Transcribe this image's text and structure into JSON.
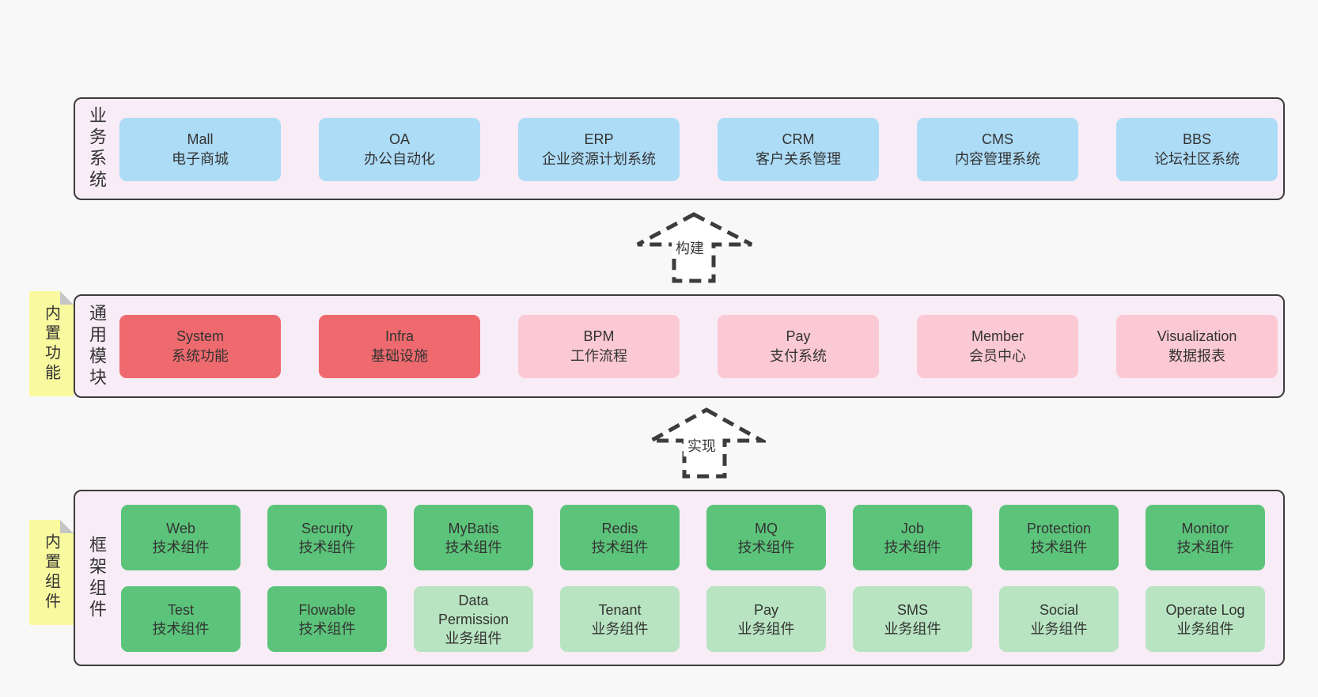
{
  "palette": {
    "page_bg": "#f8f8f8",
    "panel_bg": "#f8ecf6",
    "panel_border": "#3c3c3c",
    "box_blue": "#addcf7",
    "box_red": "#ef6a6e",
    "box_pink": "#fbc9d3",
    "box_green": "#5cc47a",
    "box_light_green": "#b8e4c1",
    "sticky_yellow": "#f9f9a0",
    "sticky_fold_gray": "#c5c5c5",
    "text": "#333333",
    "arrow_stroke": "#3c3c3c"
  },
  "layers": {
    "business": {
      "side_label": "业务系统",
      "boxes": [
        {
          "title": "Mall",
          "subtitle": "电子商城"
        },
        {
          "title": "OA",
          "subtitle": "办公自动化"
        },
        {
          "title": "ERP",
          "subtitle": "企业资源计划系统"
        },
        {
          "title": "CRM",
          "subtitle": "客户关系管理"
        },
        {
          "title": "CMS",
          "subtitle": "内容管理系统"
        },
        {
          "title": "BBS",
          "subtitle": "论坛社区系统"
        }
      ]
    },
    "modules": {
      "side_label": "通用模块",
      "sticky_label": "内置功能",
      "boxes": [
        {
          "title": "System",
          "subtitle": "系统功能"
        },
        {
          "title": "Infra",
          "subtitle": "基础设施"
        },
        {
          "title": "BPM",
          "subtitle": "工作流程"
        },
        {
          "title": "Pay",
          "subtitle": "支付系统"
        },
        {
          "title": "Member",
          "subtitle": "会员中心"
        },
        {
          "title": "Visualization",
          "subtitle": "数据报表"
        }
      ]
    },
    "components": {
      "side_label": "框架组件",
      "sticky_label": "内置组件",
      "row1": [
        {
          "title": "Web",
          "subtitle": "技术组件"
        },
        {
          "title": "Security",
          "subtitle": "技术组件"
        },
        {
          "title": "MyBatis",
          "subtitle": "技术组件"
        },
        {
          "title": "Redis",
          "subtitle": "技术组件"
        },
        {
          "title": "MQ",
          "subtitle": "技术组件"
        },
        {
          "title": "Job",
          "subtitle": "技术组件"
        },
        {
          "title": "Protection",
          "subtitle": "技术组件"
        },
        {
          "title": "Monitor",
          "subtitle": "技术组件"
        }
      ],
      "row2": [
        {
          "title": "Test",
          "subtitle": "技术组件"
        },
        {
          "title": "Flowable",
          "subtitle": "技术组件"
        },
        {
          "title": "Data Permission",
          "subtitle": "业务组件"
        },
        {
          "title": "Tenant",
          "subtitle": "业务组件"
        },
        {
          "title": "Pay",
          "subtitle": "业务组件"
        },
        {
          "title": "SMS",
          "subtitle": "业务组件"
        },
        {
          "title": "Social",
          "subtitle": "业务组件"
        },
        {
          "title": "Operate Log",
          "subtitle": "业务组件"
        }
      ]
    }
  },
  "arrows": {
    "build": {
      "label": "构建"
    },
    "implement": {
      "label": "实现"
    }
  }
}
